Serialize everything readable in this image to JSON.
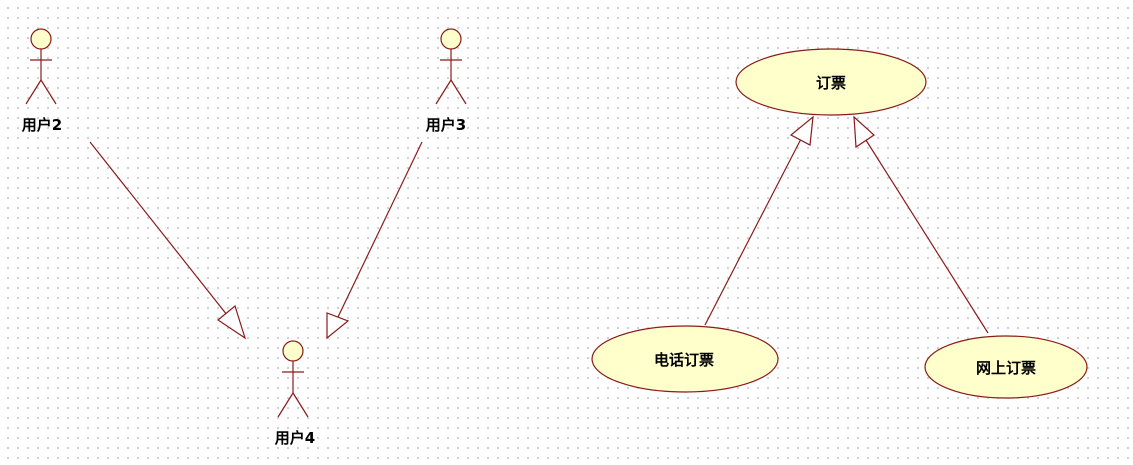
{
  "colors": {
    "stroke": "#8b1a1a",
    "fill": "#ffffcc",
    "text": "#000000"
  },
  "actors": [
    {
      "id": "user2",
      "label": "用户2"
    },
    {
      "id": "user3",
      "label": "用户3"
    },
    {
      "id": "user4",
      "label": "用户4"
    }
  ],
  "use_cases": [
    {
      "id": "booking",
      "label": "订票"
    },
    {
      "id": "phone_booking",
      "label": "电话订票"
    },
    {
      "id": "online_booking",
      "label": "网上订票"
    }
  ],
  "relationships": [
    {
      "type": "generalization",
      "from": "user2",
      "to": "user4"
    },
    {
      "type": "generalization",
      "from": "user3",
      "to": "user4"
    },
    {
      "type": "generalization",
      "from": "phone_booking",
      "to": "booking"
    },
    {
      "type": "generalization",
      "from": "online_booking",
      "to": "booking"
    }
  ]
}
